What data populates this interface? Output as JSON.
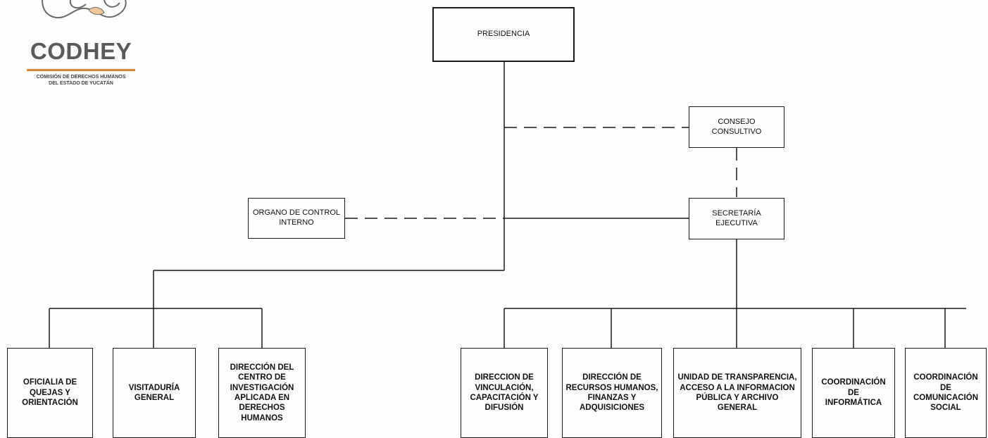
{
  "logo": {
    "name": "CODHEY",
    "subtitle_line1": "COMISIÓN DE DERECHOS HUMANOS",
    "subtitle_line2": "DEL ESTADO DE YUCATÁN",
    "accent_color": "#d9863a"
  },
  "org_chart": {
    "presidencia": "PRESIDENCIA",
    "consejo_consultivo": "CONSEJO\nCONSULTIVO",
    "organo_control_interno": "ORGANO DE CONTROL\nINTERNO",
    "secretaria_ejecutiva": "SECRETARÍA\nEJECUTIVA",
    "oficialia_quejas": "OFICIALIA DE\nQUEJAS Y\nORIENTACIÓN",
    "visitaduria_general": "VISITADURÍA\nGENERAL",
    "direccion_centro_investigacion": "DIRECCIÓN DEL\nCENTRO DE\nINVESTIGACIÓN\nAPLICADA EN\nDERECHOS\nHUMANOS",
    "direccion_vinculacion": "DIRECCION DE\nVINCULACIÓN,\nCAPACITACIÓN Y\nDIFUSIÓN",
    "direccion_recursos_humanos": "DIRECCIÓN DE\nRECURSOS HUMANOS,\nFINANZAS Y\nADQUISICIONES",
    "unidad_transparencia": "UNIDAD DE TRANSPARENCIA,\nACCESO A LA INFORMACION\nPÚBLICA Y ARCHIVO\nGENERAL",
    "coordinacion_informatica": "COORDINACIÓN DE\nINFORMÁTICA",
    "coordinacion_comunicacion": "COORDINACIÓN DE\nCOMUNICACIÓN\nSOCIAL"
  }
}
